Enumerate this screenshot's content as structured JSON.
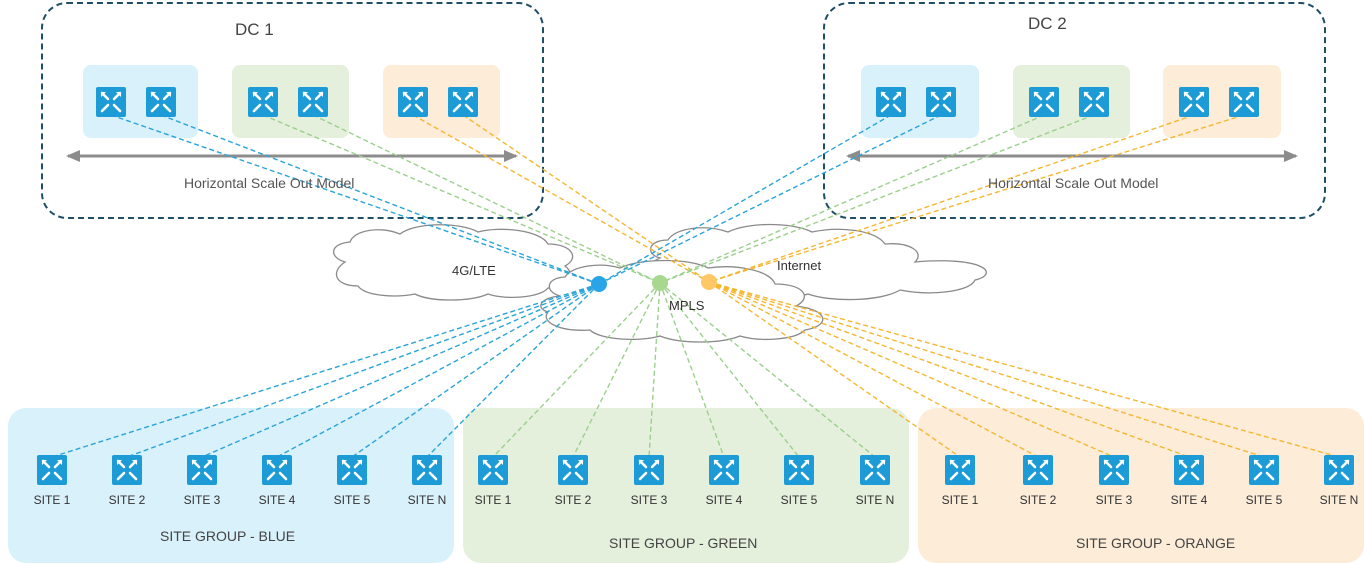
{
  "colors": {
    "blue_line": "#2aa4d9",
    "green_line": "#9bd08c",
    "orange_line": "#f5b731",
    "blue_bg": "#d9f1fb",
    "green_bg": "#e4efdc",
    "orange_bg": "#fcecd8",
    "router": "#1c9bd7",
    "dc_border": "#1f4e67",
    "hub_blue": "#2aa4e8",
    "hub_green": "#a8d88e",
    "hub_orange": "#ffc766"
  },
  "dc1": {
    "title": "DC 1",
    "scale_label": "Horizontal Scale Out Model"
  },
  "dc2": {
    "title": "DC 2",
    "scale_label": "Horizontal Scale Out Model"
  },
  "transports": {
    "lte": "4G/LTE",
    "mpls": "MPLS",
    "internet": "Internet"
  },
  "site_groups": [
    {
      "label": "SITE GROUP - BLUE",
      "color": "blue",
      "sites": [
        "SITE 1",
        "SITE 2",
        "SITE 3",
        "SITE 4",
        "SITE 5",
        "SITE N"
      ]
    },
    {
      "label": "SITE GROUP - GREEN",
      "color": "green",
      "sites": [
        "SITE 1",
        "SITE 2",
        "SITE 3",
        "SITE 4",
        "SITE 5",
        "SITE N"
      ]
    },
    {
      "label": "SITE GROUP - ORANGE",
      "color": "orange",
      "sites": [
        "SITE 1",
        "SITE 2",
        "SITE 3",
        "SITE 4",
        "SITE 5",
        "SITE N"
      ]
    }
  ],
  "icons": {
    "router": "router-icon",
    "cloud": "cloud-icon",
    "arrow": "double-arrow-icon"
  }
}
